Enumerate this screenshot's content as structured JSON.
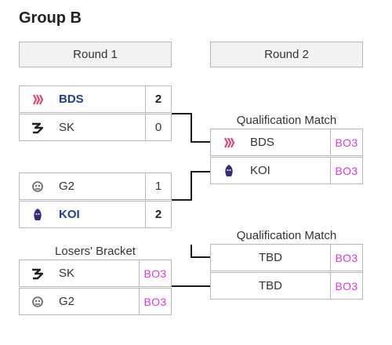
{
  "title": "Group B",
  "rounds": [
    "Round 1",
    "Round 2"
  ],
  "round1": {
    "match1": [
      {
        "team": "BDS",
        "score": "2",
        "winner": true,
        "icon": "bds-logo-icon"
      },
      {
        "team": "SK",
        "score": "0",
        "winner": false,
        "icon": "sk-logo-icon"
      }
    ],
    "match2": [
      {
        "team": "G2",
        "score": "1",
        "winner": false,
        "icon": "g2-logo-icon"
      },
      {
        "team": "KOI",
        "score": "2",
        "winner": true,
        "icon": "koi-logo-icon"
      }
    ]
  },
  "losers": {
    "label": "Losers' Bracket",
    "slots": [
      {
        "team": "SK",
        "format": "BO3",
        "icon": "sk-logo-icon"
      },
      {
        "team": "G2",
        "format": "BO3",
        "icon": "g2-logo-icon"
      }
    ]
  },
  "round2": {
    "qual1": {
      "label": "Qualification Match",
      "slots": [
        {
          "team": "BDS",
          "format": "BO3",
          "icon": "bds-logo-icon"
        },
        {
          "team": "KOI",
          "format": "BO3",
          "icon": "koi-logo-icon"
        }
      ]
    },
    "qual2": {
      "label": "Qualification Match",
      "slots": [
        {
          "team": "TBD",
          "format": "BO3"
        },
        {
          "team": "TBD",
          "format": "BO3"
        }
      ]
    }
  },
  "colors": {
    "winner_text": "#1f3f8f",
    "format_text": "#d63ad6",
    "border": "#b8b8b8"
  }
}
